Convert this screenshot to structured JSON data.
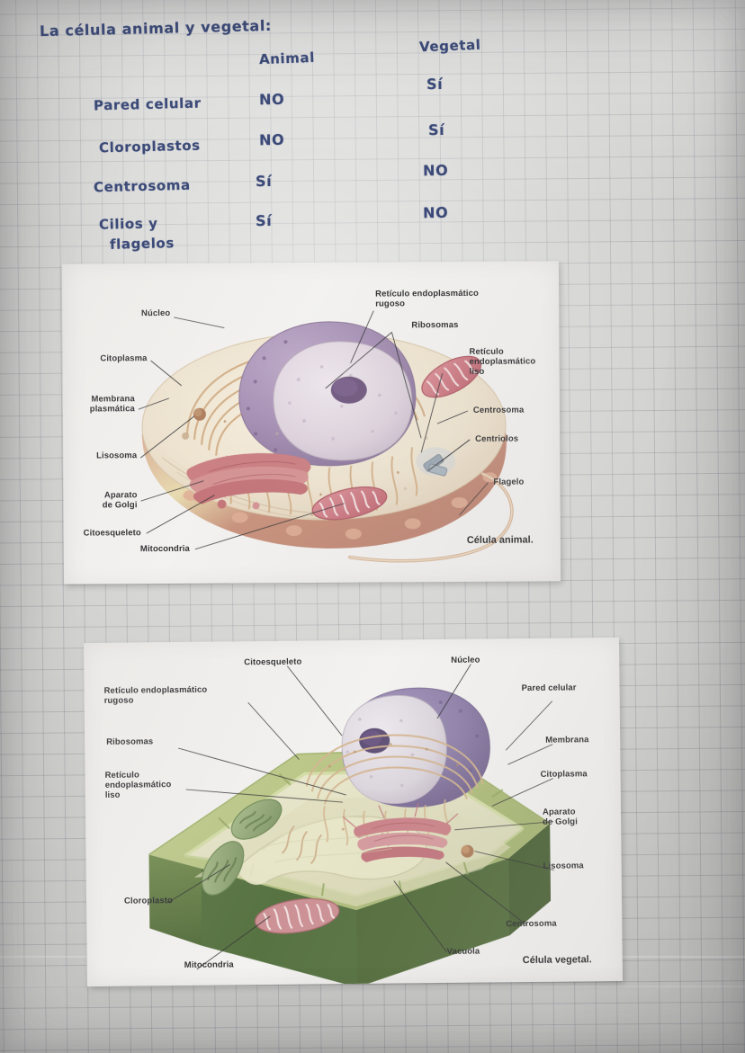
{
  "page": {
    "medium": "graph-paper-photograph",
    "ink_color": "#3b4a78"
  },
  "notebook": {
    "title": "La célula animal y vegetal:",
    "table": {
      "columns": [
        "Animal",
        "Vegetal"
      ],
      "rows": [
        {
          "feature": "Pared celular",
          "animal": "NO",
          "vegetal": "Sí"
        },
        {
          "feature": "Cloroplastos",
          "animal": "NO",
          "vegetal": "Sí"
        },
        {
          "feature": "Centrosoma",
          "animal": "Sí",
          "vegetal": "NO"
        },
        {
          "feature": "Cilios y",
          "feature2": "flagelos",
          "animal": "Sí",
          "vegetal": "NO"
        }
      ]
    }
  },
  "animal_cell": {
    "caption": "Célula animal.",
    "labels_left": [
      {
        "text": "Núcleo"
      },
      {
        "text": "Citoplasma"
      },
      {
        "text": "Membrana\nplasmática"
      },
      {
        "text": "Lisosoma"
      },
      {
        "text": "Aparato\nde Golgi"
      },
      {
        "text": "Citoesqueleto"
      },
      {
        "text": "Mitocondria"
      }
    ],
    "labels_right": [
      {
        "text": "Retículo endoplasmático\nrugoso"
      },
      {
        "text": "Ribosomas"
      },
      {
        "text": "Retículo\nendoplasmático\nliso"
      },
      {
        "text": "Centrosoma"
      },
      {
        "text": "Centriolos"
      },
      {
        "text": "Flagelo"
      }
    ],
    "colors": {
      "nucleus": "#a48cb4",
      "nucleolus": "#6f5480",
      "cytoplasm": "#f0e6d2",
      "membrane": "#c98b72",
      "mitochondria": "#d4757f",
      "golgi": "#cf7b7e",
      "er": "#ddb894"
    }
  },
  "plant_cell": {
    "caption": "Célula vegetal.",
    "labels_left": [
      {
        "text": "Retículo endoplasmático\nrugoso"
      },
      {
        "text": "Ribosomas"
      },
      {
        "text": "Retículo\nendoplasmático\nliso"
      },
      {
        "text": "Cloroplasto"
      },
      {
        "text": "Mitocondria"
      }
    ],
    "labels_top": [
      {
        "text": "Citoesqueleto"
      },
      {
        "text": "Núcleo"
      }
    ],
    "labels_right": [
      {
        "text": "Pared celular"
      },
      {
        "text": "Membrana"
      },
      {
        "text": "Citoplasma"
      },
      {
        "text": "Aparato\nde Golgi"
      },
      {
        "text": "Lisosoma"
      },
      {
        "text": "Centrosoma"
      }
    ],
    "labels_bottom": [
      {
        "text": "Vacuola"
      }
    ],
    "colors": {
      "wall_light": "#b6c47c",
      "wall_dark": "#5a7040",
      "wall_edge": "#7d9450",
      "cytoplasm": "#e4e3c6",
      "nucleus": "#8e7eab",
      "nucleolus": "#5d4b77",
      "chloroplast": "#8fa874",
      "mitochondria": "#cf8e92",
      "golgi": "#cf8086"
    }
  }
}
